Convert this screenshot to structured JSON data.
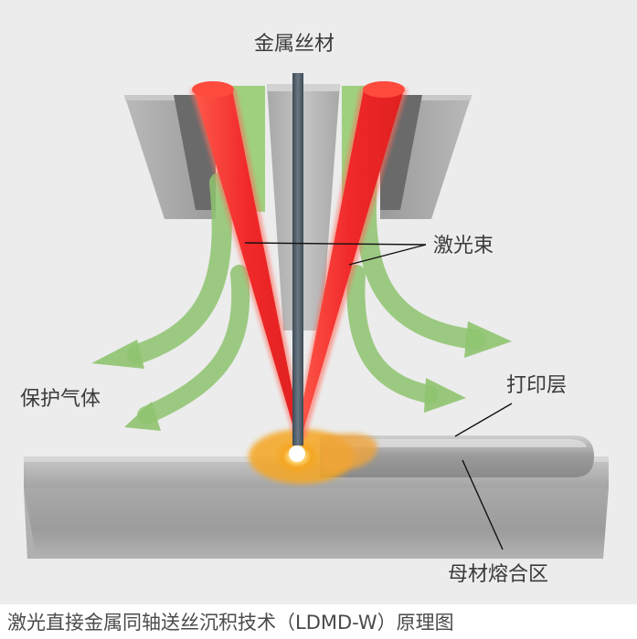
{
  "labels": {
    "wire": "金属丝材",
    "laser": "激光束",
    "gas": "保护气体",
    "layer": "打印层",
    "melt": "母材熔合区"
  },
  "caption": "激光直接金属同轴送丝沉积技术（LDMD-W）原理图",
  "colors": {
    "panel_background": "#ececec",
    "laser_red": "#f0282a",
    "gas_green": "#8fc46f",
    "nozzle_gray": "#a9a9a9",
    "substrate_gray": "#a6a6a6",
    "melt_orange": "#f5a623"
  }
}
